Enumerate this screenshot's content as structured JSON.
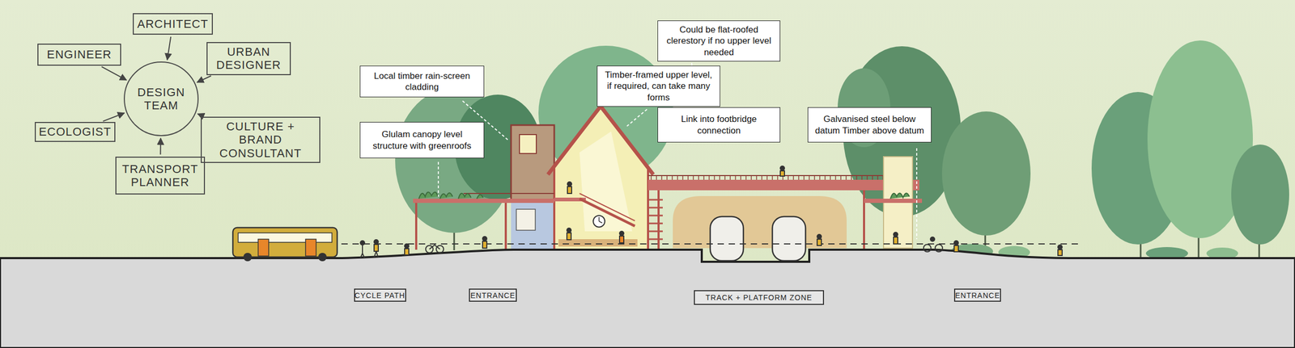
{
  "diagram": {
    "nodes": [
      {
        "text": [
          "ARCHITECT"
        ]
      },
      {
        "text": [
          "ENGINEER"
        ]
      },
      {
        "text": [
          "URBAN DESIGNER"
        ]
      },
      {
        "text": [
          "DESIGN TEAM"
        ]
      },
      {
        "text": [
          "ECOLOGIST"
        ]
      },
      {
        "text": [
          "CULTURE + BRAND CONSULTANT"
        ]
      },
      {
        "text": [
          "TRANSPORT PLANNER"
        ]
      },
      {
        "text": [
          "Local timber rain-screen cladding"
        ]
      },
      {
        "text": [
          "Glulam canopy level structure with greenroofs"
        ]
      },
      {
        "text": [
          "Timber-framed upper level, if required, can take many forms"
        ]
      },
      {
        "text": [
          "Could be flat-roofed clerestory if no upper level needed"
        ]
      },
      {
        "text": [
          "Link into footbridge connection"
        ]
      },
      {
        "text": [
          "Galvanised steel below datum Timber above datum"
        ]
      },
      {
        "text": [
          "CYCLE PATH"
        ]
      },
      {
        "text": [
          "ENTRANCE"
        ]
      },
      {
        "text": [
          "TRACK + PLATFORM ZONE"
        ]
      },
      {
        "text": [
          "ENTRANCE"
        ]
      }
    ],
    "edges": [
      {
        "from": 0,
        "to": 3,
        "arrow": "to"
      },
      {
        "from": 1,
        "to": 3,
        "arrow": "to"
      },
      {
        "from": 2,
        "to": 3,
        "arrow": "to"
      },
      {
        "from": 4,
        "to": 3,
        "arrow": "to"
      },
      {
        "from": 5,
        "to": 3,
        "arrow": "to"
      },
      {
        "from": 6,
        "to": 3,
        "arrow": "to"
      }
    ]
  }
}
